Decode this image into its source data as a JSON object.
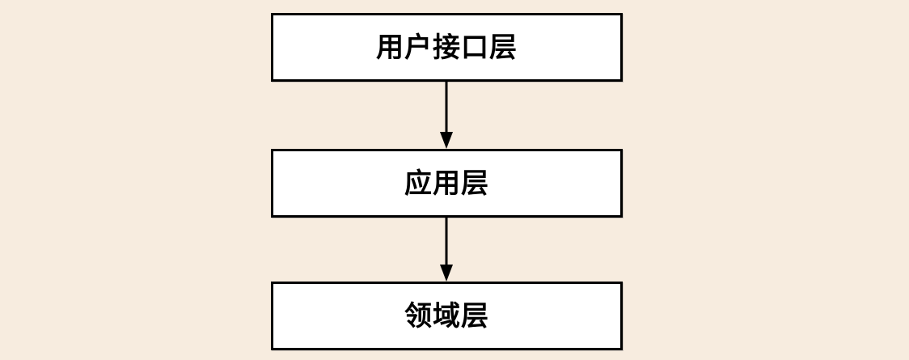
{
  "diagram": {
    "background_color": "#F7ECDF",
    "box_fill_color": "#FFFFFF",
    "box_border_color": "#000000",
    "text_color": "#000000",
    "nodes": [
      {
        "id": "ui-layer",
        "label": "用户接口层"
      },
      {
        "id": "app-layer",
        "label": "应用层"
      },
      {
        "id": "domain-layer",
        "label": "领域层"
      }
    ],
    "edges": [
      {
        "from": "ui-layer",
        "to": "app-layer",
        "direction": "down"
      },
      {
        "from": "app-layer",
        "to": "domain-layer",
        "direction": "down"
      }
    ]
  }
}
